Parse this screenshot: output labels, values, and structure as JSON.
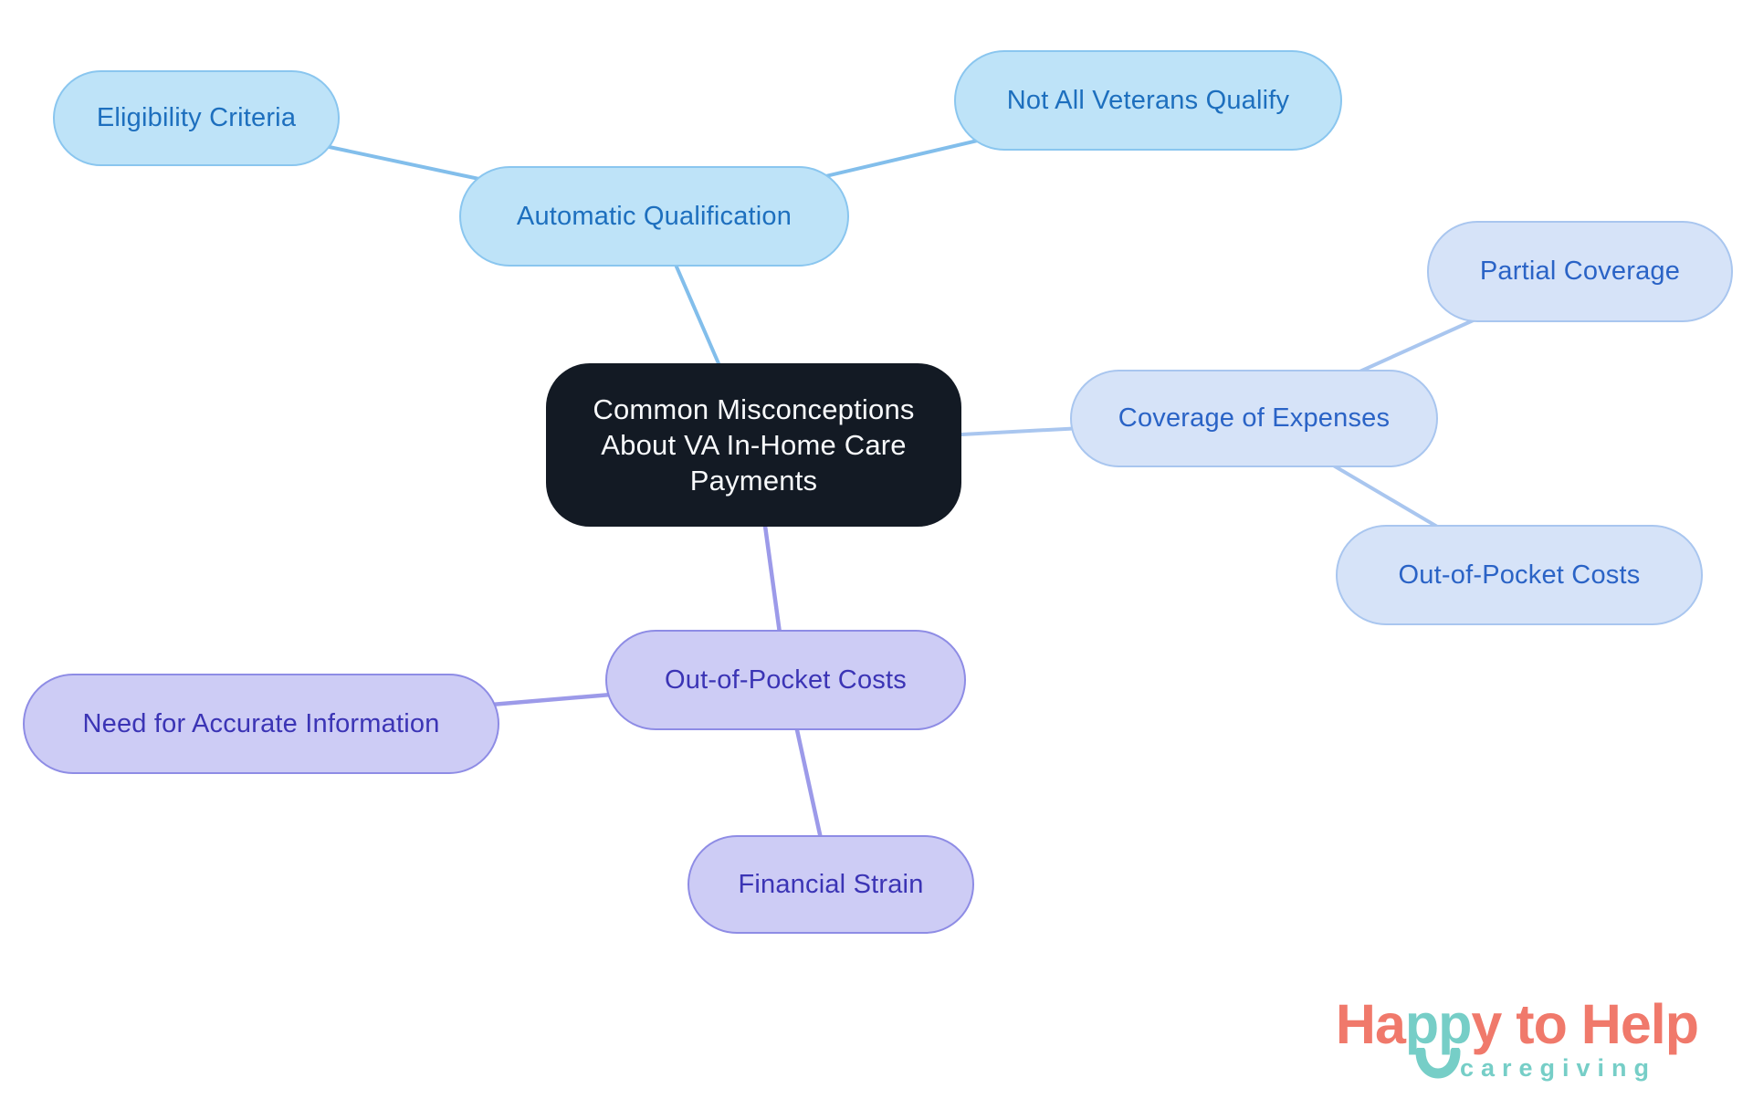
{
  "mindmap": {
    "central": {
      "lines": [
        "Common Misconceptions",
        "About VA In-Home Care",
        "Payments"
      ]
    },
    "branches": [
      {
        "label": "Automatic Qualification",
        "color_theme": "sky-blue",
        "children": [
          {
            "label": "Eligibility Criteria"
          },
          {
            "label": "Not All Veterans Qualify"
          }
        ]
      },
      {
        "label": "Coverage of Expenses",
        "color_theme": "periwinkle",
        "children": [
          {
            "label": "Partial Coverage"
          },
          {
            "label": "Out-of-Pocket Costs"
          }
        ]
      },
      {
        "label": "Out-of-Pocket Costs",
        "color_theme": "lavender",
        "children": [
          {
            "label": "Need for Accurate Information"
          },
          {
            "label": "Financial Strain"
          }
        ]
      }
    ]
  },
  "colors": {
    "sky_blue_fill": "#BEE3F8",
    "sky_blue_border": "#8AC6EF",
    "sky_blue_text": "#1D6FBE",
    "sky_blue_edge": "#82BEEB",
    "periwinkle_fill": "#D6E3F8",
    "periwinkle_border": "#A9C6EF",
    "periwinkle_text": "#2A63C6",
    "periwinkle_edge": "#A9C6EF",
    "lavender_fill": "#CDCCF5",
    "lavender_border": "#8E8CE5",
    "lavender_text": "#3B34B5",
    "lavender_edge": "#9C9AE9",
    "central_fill": "#131A24",
    "central_text": "#F8FAFC",
    "logo_coral": "#F0796B",
    "logo_teal": "#76CEC7"
  },
  "logo": {
    "seg1": "Ha",
    "seg2": "pp",
    "seg3": "y to Help",
    "tagline": "caregiving"
  }
}
